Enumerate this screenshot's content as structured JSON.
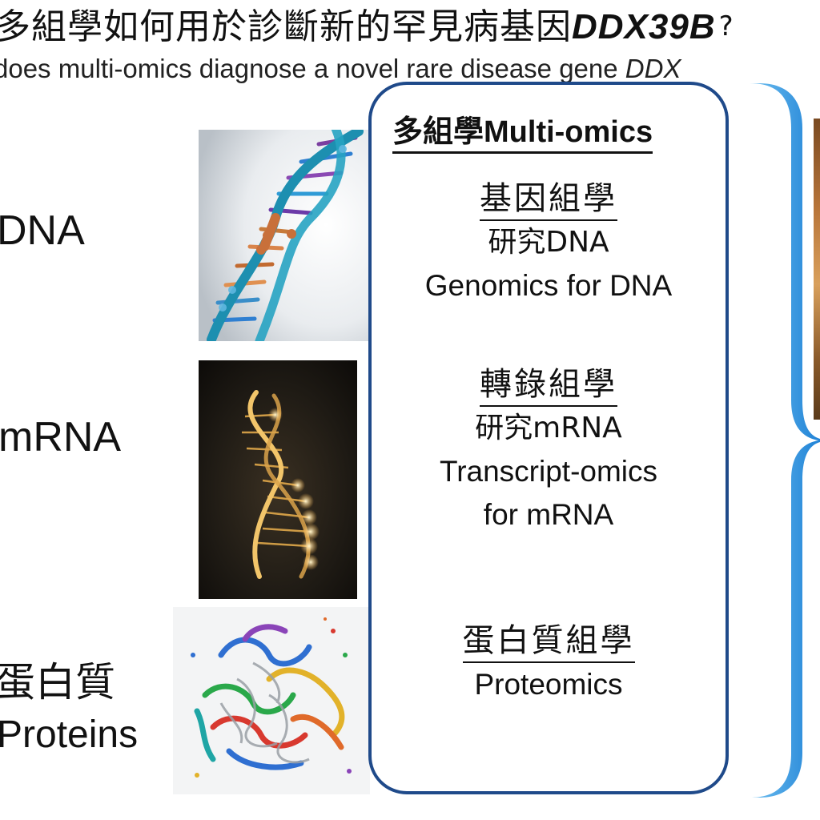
{
  "title": {
    "zh_prefix": "多組學如何用於診斷新的罕見病基因",
    "zh_gene": "DDX39B",
    "zh_suffix": "?",
    "en_prefix": "does multi-omics diagnose a novel rare disease gene ",
    "en_gene": "DDX"
  },
  "molecules": {
    "dna": "DNA",
    "mrna": "mRNA",
    "protein_zh": "蛋白質",
    "protein_en": "Proteins"
  },
  "pictures": {
    "dna": "dna-double-helix-image",
    "mrna": "golden-helix-image",
    "protein": "protein-structure-image"
  },
  "omics": {
    "header_zh": "多組學",
    "header_en": "Multi-omics",
    "genomics": {
      "title": "基因組學",
      "line1": "研究DNA",
      "line2": "Genomics for DNA"
    },
    "transcriptomics": {
      "title": "轉錄組學",
      "line1": "研究mRNA",
      "line2": "Transcript-omics",
      "line3": "for mRNA"
    },
    "proteomics": {
      "title": "蛋白質組學",
      "line1": "Proteomics"
    }
  },
  "colors": {
    "box_border": "#1f4a8a",
    "bracket": "#3b9be0",
    "text": "#111111"
  }
}
